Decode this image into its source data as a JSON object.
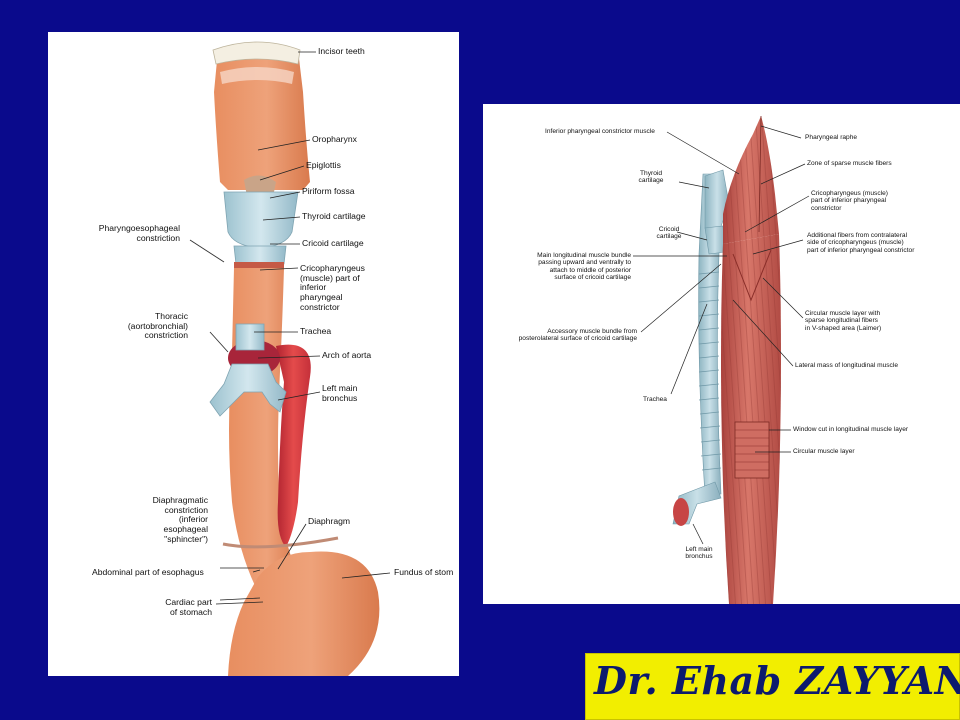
{
  "left_figure": {
    "labels": {
      "incisor_teeth": "Incisor teeth",
      "oropharynx": "Oropharynx",
      "epiglottis": "Epiglottis",
      "piriform_fossa": "Piriform fossa",
      "thyroid_cartilage": "Thyroid cartilage",
      "pharyngoesophageal_constriction": "Pharyngoesophageal\nconstriction",
      "cricoid_cartilage": "Cricoid cartilage",
      "cricopharyngeus": "Cricopharyngeus\n(muscle) part of\ninferior\npharyngeal\nconstrictor",
      "thoracic_constriction": "Thoracic\n(aortobronchial)\nconstriction",
      "trachea": "Trachea",
      "arch_of_aorta": "Arch of aorta",
      "left_main_bronchus": "Left main\nbronchus",
      "diaphragmatic_constriction": "Diaphragmatic\nconstriction\n(inferior\nesophageal\n\"sphincter\")",
      "diaphragm": "Diaphragm",
      "abdominal_esophagus": "Abdominal part of esophagus",
      "fundus_of_stomach": "Fundus of stom",
      "cardiac_part": "Cardiac part\nof stomach"
    }
  },
  "right_figure": {
    "labels": {
      "inferior_constrictor": "Inferior pharyngeal constrictor muscle",
      "pharyngeal_raphe": "Pharyngeal raphe",
      "thyroid_cartilage": "Thyroid\ncartilage",
      "zone_sparse": "Zone of sparse muscle fibers",
      "cricopharyngeus": "Cricopharyngeus (muscle)\npart of inferior pharyngeal\nconstrictor",
      "cricoid_cartilage": "Cricoid\ncartilage",
      "additional_fibers": "Additional fibers from contralateral\nside of cricopharyngeus (muscle)\npart of inferior pharyngeal constrictor",
      "main_longitudinal": "Main longitudinal muscle bundle\npassing upward and ventrally to\nattach to middle of posterior\nsurface of cricoid cartilage",
      "circular_sparse": "Circular muscle layer with\nsparse longitudinal fibers\nin V-shaped area (Laimer)",
      "accessory_bundle": "Accessory muscle bundle from\nposterolateral surface of cricoid cartilage",
      "lateral_mass": "Lateral mass of longitudinal muscle",
      "trachea": "Trachea",
      "window_cut": "Window cut in longitudinal muscle layer",
      "circular_layer": "Circular muscle layer",
      "left_main_bronchus": "Left main\nbronchus"
    }
  },
  "signature": {
    "text": "Dr. Ehab ZAYYAN"
  },
  "colors": {
    "background": "#0a0a8c",
    "esophagus": "#e38a5c",
    "muscle": "#c8584e",
    "cartilage": "#a9cbd6",
    "aorta": "#d4353a",
    "signature_bg": "#f2ee00",
    "signature_text": "#0c1a6e"
  }
}
